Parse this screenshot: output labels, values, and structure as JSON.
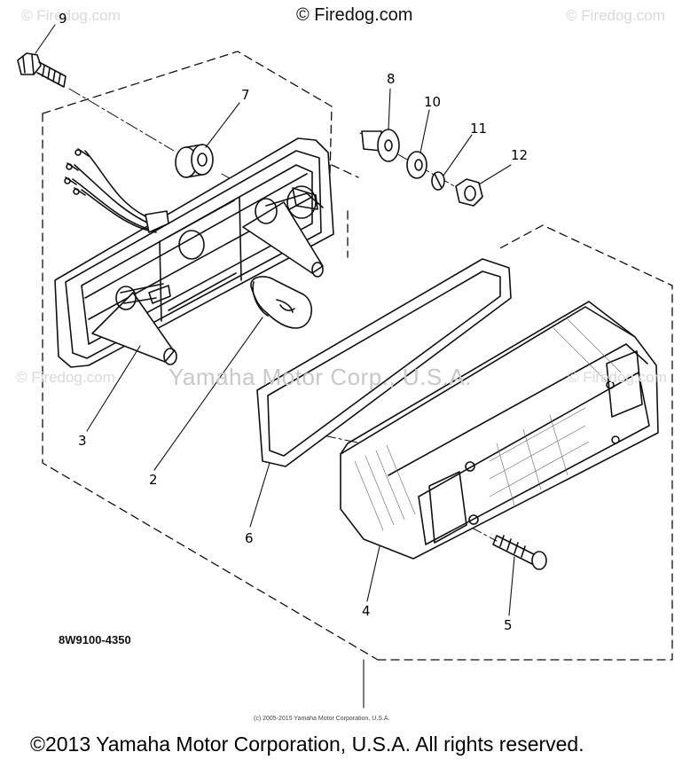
{
  "watermarks": {
    "top": "© Firedog.com",
    "corner": "© Firedog.com",
    "center": "Yamaha Motor Corp., U.S.A."
  },
  "part_code": "8W9100-4350",
  "small_copyright": "(c) 2005-2015 Yamaha Motor Corporation, U.S.A.",
  "footer": "©2013 Yamaha Motor Corporation, U.S.A. All rights reserved.",
  "callouts": [
    {
      "id": "9",
      "label": "9"
    },
    {
      "id": "7",
      "label": "7"
    },
    {
      "id": "8",
      "label": "8"
    },
    {
      "id": "10",
      "label": "10"
    },
    {
      "id": "11",
      "label": "11"
    },
    {
      "id": "12",
      "label": "12"
    },
    {
      "id": "3",
      "label": "3"
    },
    {
      "id": "2",
      "label": "2"
    },
    {
      "id": "6",
      "label": "6"
    },
    {
      "id": "4",
      "label": "4"
    },
    {
      "id": "5",
      "label": "5"
    }
  ],
  "colors": {
    "ink": "#111111",
    "watermark": "#cccccc",
    "background": "#ffffff"
  }
}
